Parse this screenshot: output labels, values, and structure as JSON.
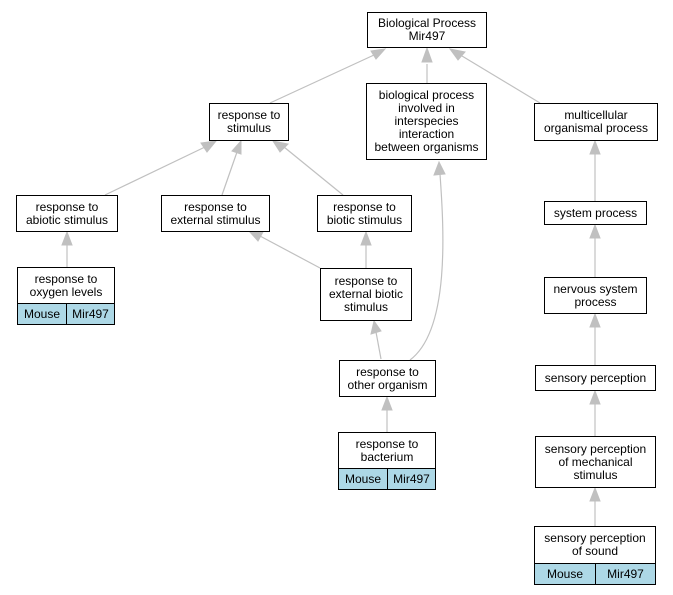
{
  "nodes": {
    "root": "Biological Process\nMir497",
    "response_to_stimulus": "response to\nstimulus",
    "interspecies": "biological process\ninvolved in\ninterspecies\ninteraction\nbetween organisms",
    "multicellular": "multicellular\norganismal process",
    "abiotic": "response to\nabiotic stimulus",
    "external": "response to\nexternal stimulus",
    "biotic": "response to\nbiotic stimulus",
    "system_process": "system process",
    "oxygen": "response to\noxygen levels",
    "external_biotic": "response to\nexternal biotic\nstimulus",
    "nervous": "nervous system\nprocess",
    "other_organism": "response to\nother organism",
    "sensory_perception": "sensory perception",
    "bacterium": "response to\nbacterium",
    "mechanical": "sensory perception\nof mechanical\nstimulus",
    "sound": "sensory perception\nof sound"
  },
  "annotations": {
    "oxygen": {
      "species": "Mouse",
      "gene": "Mir497"
    },
    "bacterium": {
      "species": "Mouse",
      "gene": "Mir497"
    },
    "sound": {
      "species": "Mouse",
      "gene": "Mir497"
    }
  },
  "colors": {
    "edge": "#c0c0c0",
    "tag_fill": "#add8e6",
    "border": "#000000"
  }
}
